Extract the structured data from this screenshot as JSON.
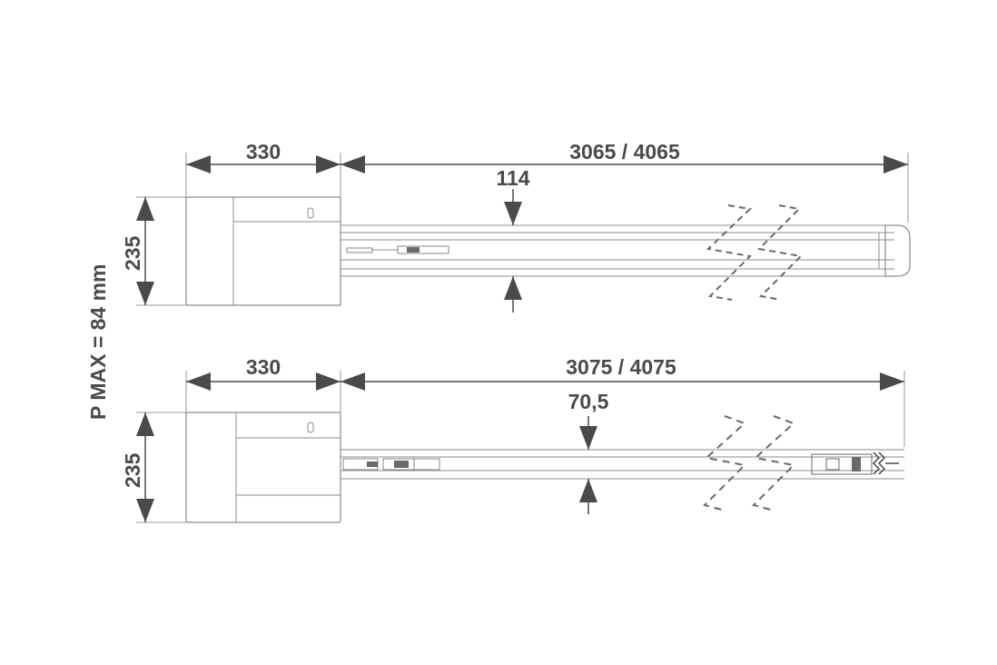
{
  "side_label": "P MAX = 84 mm",
  "top_view": {
    "motor_length": "330",
    "rail_length": "3065 / 4065",
    "rail_height": "114",
    "motor_height": "235"
  },
  "bottom_view": {
    "motor_length": "330",
    "rail_length": "3075 / 4075",
    "rail_height": "70,5",
    "motor_height": "235"
  },
  "colors": {
    "dimension": "#4a4a4a",
    "outline": "#8c8c8c",
    "dashed": "#6a6a6a"
  }
}
